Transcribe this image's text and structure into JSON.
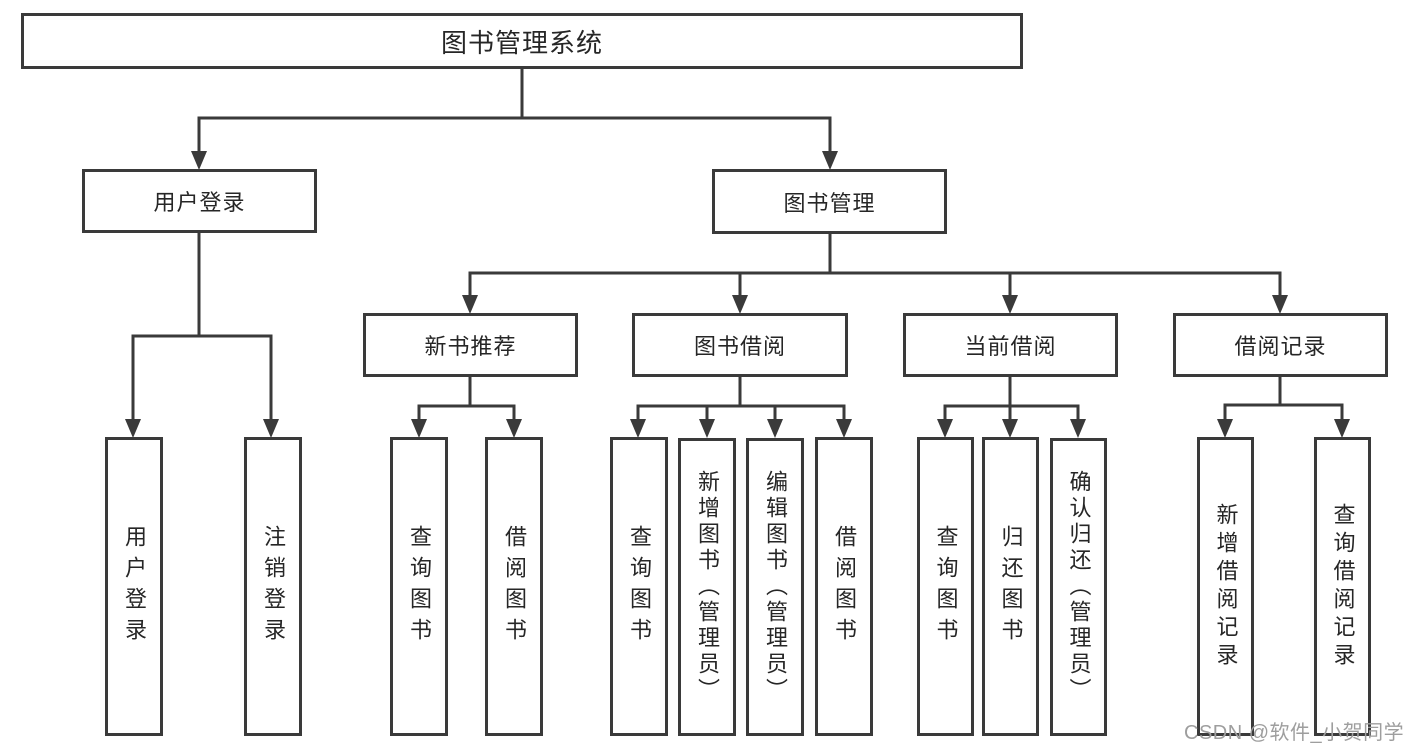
{
  "diagram": {
    "title_node": "图书管理系统",
    "level2": {
      "user_login": "用户登录",
      "book_mgmt": "图书管理"
    },
    "level3": {
      "new_book_rec": "新书推荐",
      "book_borrow": "图书借阅",
      "current_borrow": "当前借阅",
      "borrow_records": "借阅记录"
    },
    "leaves": {
      "login_user_login": "用户登录",
      "login_logout": "注销登录",
      "rec_query_book": "查询图书",
      "rec_borrow_book": "借阅图书",
      "bb_query_book": "查询图书",
      "bb_add_book_admin": "新增图书（管理员）",
      "bb_edit_book_admin": "编辑图书（管理员）",
      "bb_borrow_book": "借阅图书",
      "cb_query_book": "查询图书",
      "cb_return_book": "归还图书",
      "cb_confirm_return_admin": "确认归还（管理员）",
      "br_add_record": "新增借阅记录",
      "br_query_record": "查询借阅记录"
    }
  },
  "watermark": "CSDN @软件_小贺同学",
  "colors": {
    "line": "#3a3a3a",
    "text": "#262626",
    "watermark_text": "#9e9e9e",
    "background": "#ffffff"
  }
}
